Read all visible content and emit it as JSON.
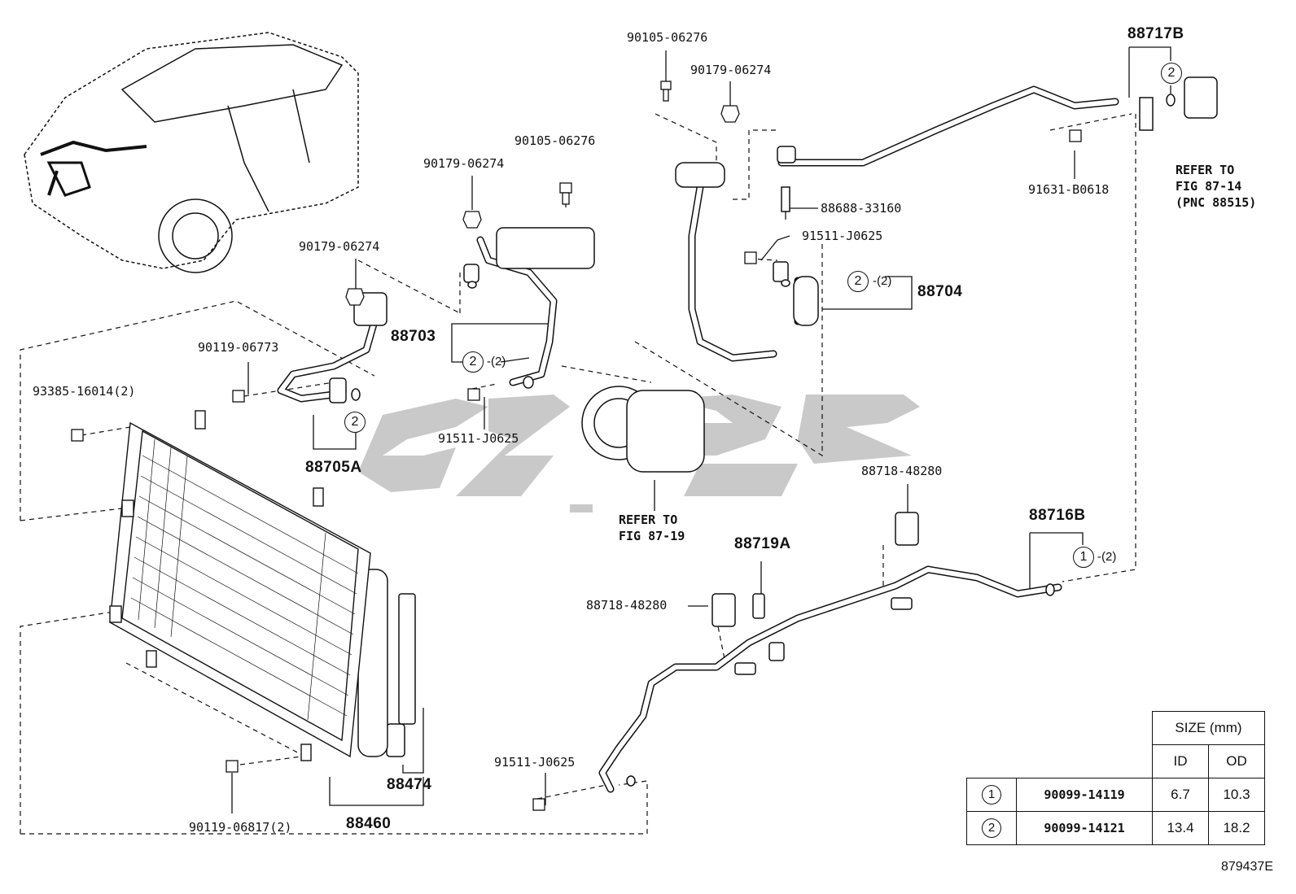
{
  "labels": {
    "p_90105_06276_a": "90105-06276",
    "p_90179_06274_a": "90179-06274",
    "p_88717b": "88717B",
    "p_refer_87_14": "REFER TO",
    "p_refer_87_14_b": "FIG 87-14",
    "p_refer_87_14_c": "(PNC 88515)",
    "p_91631_b0618": "91631-B0618",
    "p_88688_33160": "88688-33160",
    "p_91511_j0625_a": "91511-J0625",
    "p_88704": "88704",
    "p_90105_06276_b": "90105-06276",
    "p_90179_06274_b": "90179-06274",
    "p_90179_06274_c": "90179-06274",
    "p_88703": "88703",
    "p_90119_06773": "90119-06773",
    "p_93385_16014": "93385-16014(2)",
    "p_88705a": "88705A",
    "p_91511_j0625_b": "91511-J0625",
    "p_refer_87_19": "REFER TO",
    "p_refer_87_19_b": "FIG 87-19",
    "p_88718_48280_a": "88718-48280",
    "p_88716b": "88716B",
    "p_88719a": "88719A",
    "p_88718_48280_b": "88718-48280",
    "p_91511_j0625_c": "91511-J0625",
    "p_88474": "88474",
    "p_88460": "88460",
    "p_90119_06817": "90119-06817(2)"
  },
  "callouts": {
    "one": "1",
    "two": "2",
    "qty2": "-(2)"
  },
  "size_table": {
    "header": "SIZE (mm)",
    "col_id": "ID",
    "col_od": "OD",
    "rows": [
      {
        "mark": "1",
        "part": "90099-14119",
        "id": "6.7",
        "od": "10.3"
      },
      {
        "mark": "2",
        "part": "90099-14121",
        "id": "13.4",
        "od": "18.2"
      }
    ]
  },
  "figure_code": "879437E",
  "colors": {
    "ink": "#111111",
    "watermark": "#c9c9c9"
  }
}
